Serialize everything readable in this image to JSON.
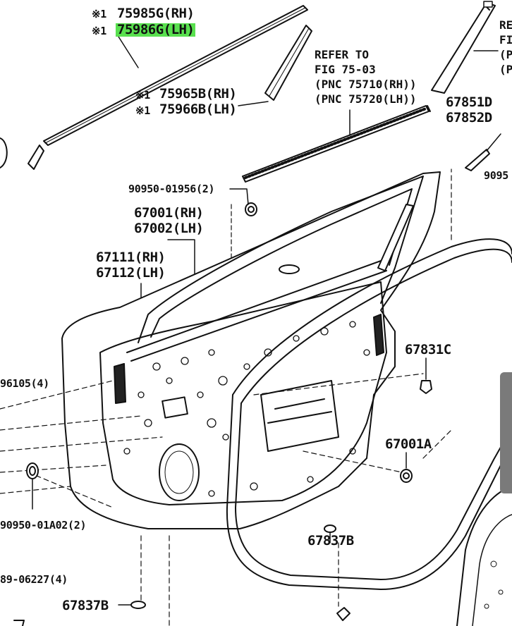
{
  "diagram": {
    "highlight_color": "#59e04f",
    "labels": {
      "mark1": "※1",
      "mark2": "※1",
      "mark3": "※1",
      "mark4": "※1",
      "p75985g": "75985G(RH)",
      "p75986g": "75986G(LH)",
      "p75965b": "75965B(RH)",
      "p75966b": "75966B(LH)",
      "refer_to": "REFER TO",
      "fig": "FIG 75-03",
      "pnc1": "(PNC 75710(RH))",
      "pnc2": "(PNC 75720(LH))",
      "re": "RE",
      "fi": "FI",
      "p1": "(P",
      "p2": "(P",
      "p67851": "67851D",
      "p67852": "67852D",
      "p9095": "9095",
      "p90950_01956": "90950-01956(2)",
      "p67001": "67001(RH)",
      "p67002": "67002(LH)",
      "p67111": "67111(RH)",
      "p67112": "67112(LH)",
      "p96105": "96105(4)",
      "p67831c": "67831C",
      "p67001a": "67001A",
      "p90950_01a02": "90950-01A02(2)",
      "p67837b_mid": "67837B",
      "p89_06227": "89-06227(4)",
      "p67837b_bot": "67837B"
    }
  }
}
